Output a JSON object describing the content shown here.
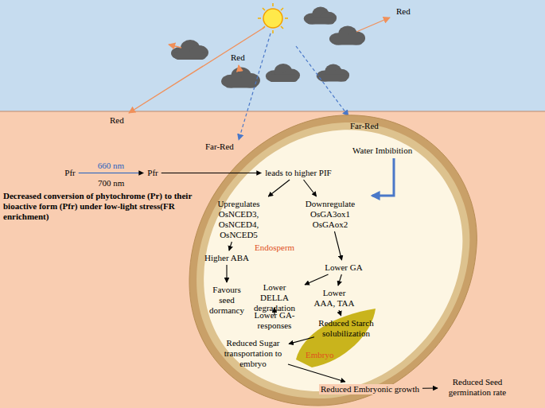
{
  "diagram": {
    "nodes": [
      {
        "text": [
          "Pfr"
        ]
      },
      {
        "text": [
          "Pfr"
        ]
      },
      {
        "text": [
          "leads to higher PIF"
        ]
      },
      {
        "text": [
          "Upregulates OsNCED3, OsNCED4, OsNCED5"
        ]
      },
      {
        "text": [
          "Downregulate OsGA3ox1 OsGAox2"
        ]
      },
      {
        "text": [
          "Higher ABA"
        ]
      },
      {
        "text": [
          "Lower GA"
        ]
      },
      {
        "text": [
          "Favours seed dormancy"
        ]
      },
      {
        "text": [
          "Lower DELLA degradation"
        ]
      },
      {
        "text": [
          "Lower AAA, TAA"
        ]
      },
      {
        "text": [
          "Lower GA-responses"
        ]
      },
      {
        "text": [
          "Reduced Starch solubilization"
        ]
      },
      {
        "text": [
          "Reduced Sugar transportation to embryo"
        ]
      },
      {
        "text": [
          "Reduced Embryonic growth"
        ]
      },
      {
        "text": [
          "Reduced Seed germination rate"
        ]
      }
    ],
    "edges": [
      {
        "from": 0,
        "to": 1,
        "arrow": "to",
        "label": "660 nm"
      },
      {
        "from": 1,
        "to": 2,
        "arrow": "to"
      },
      {
        "from": 2,
        "to": 3,
        "arrow": "to"
      },
      {
        "from": 2,
        "to": 4,
        "arrow": "to"
      },
      {
        "from": 3,
        "to": 5,
        "arrow": "to"
      },
      {
        "from": 4,
        "to": 6,
        "arrow": "to"
      },
      {
        "from": 5,
        "to": 7,
        "arrow": "to"
      },
      {
        "from": 6,
        "to": 8,
        "arrow": "to"
      },
      {
        "from": 6,
        "to": 9,
        "arrow": "to"
      },
      {
        "from": 8,
        "to": 10,
        "arrow": "to"
      },
      {
        "from": 9,
        "to": 11,
        "arrow": "to"
      },
      {
        "from": 11,
        "to": 12,
        "arrow": "to"
      },
      {
        "from": 12,
        "to": 13,
        "arrow": "to"
      },
      {
        "from": 13,
        "to": 14,
        "arrow": "to"
      }
    ],
    "labels": [
      "Red",
      "Red",
      "Red",
      "Far-Red",
      "Far-Red",
      "Water Imbibition",
      "700 nm",
      "Decreased conversion of phytochrome (Pr) to their bioactive form (Pfr) under low-light stress(FR enrichment)",
      "Endosperm",
      "Embryo"
    ]
  }
}
